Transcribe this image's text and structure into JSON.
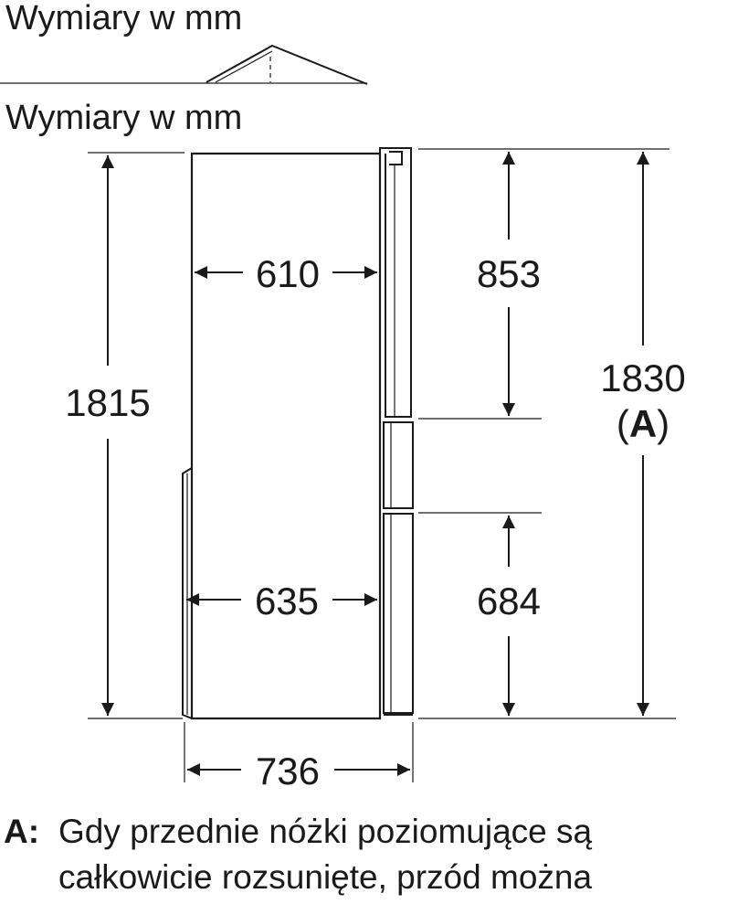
{
  "header": {
    "title_cropped": "Wymiary w mm",
    "title": "Wymiary w mm"
  },
  "dimensions": {
    "width_top": "610",
    "width_bottom": "635",
    "width_total": "736",
    "height_body": "1815",
    "height_upper": "853",
    "height_lower": "684",
    "height_total": "1830",
    "height_total_ref_open": "(",
    "height_total_ref_letter": "A",
    "height_total_ref_close": ")"
  },
  "note": {
    "marker": "A:",
    "line1": "Gdy przednie nóżki poziomujące są",
    "line2": "całkowicie rozsunięte, przód można"
  },
  "colors": {
    "ink": "#1a1a1a",
    "background": "#ffffff"
  }
}
